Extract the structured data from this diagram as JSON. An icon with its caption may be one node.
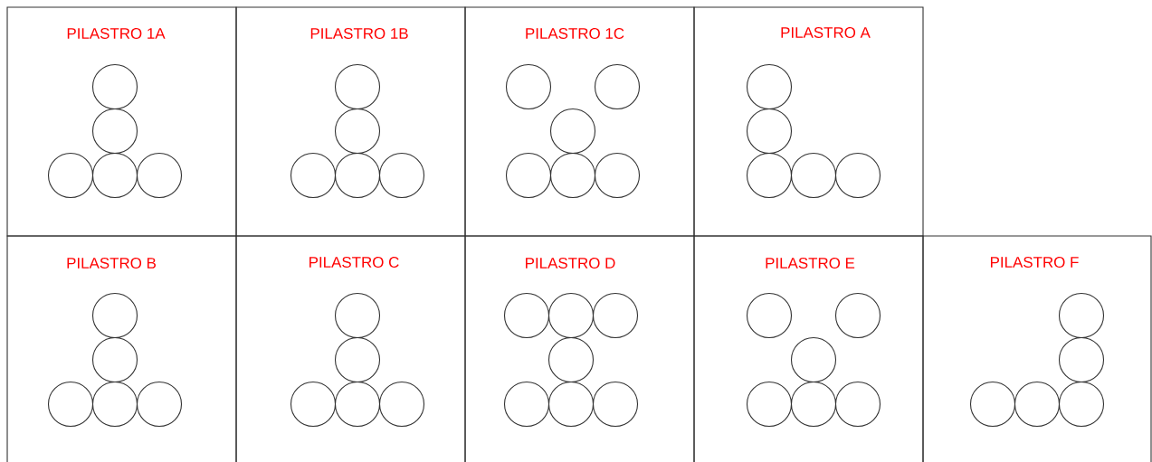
{
  "diagram": {
    "nodes": [
      {
        "text": [
          "PILASTRO 1A"
        ]
      },
      {
        "text": [
          "PILASTRO 1B"
        ]
      },
      {
        "text": [
          "PILASTRO 1C"
        ]
      },
      {
        "text": [
          "PILASTRO A"
        ]
      },
      {
        "text": [
          "PILASTRO B"
        ]
      },
      {
        "text": [
          "PILASTRO C"
        ]
      },
      {
        "text": [
          "PILASTRO D"
        ]
      },
      {
        "text": [
          "PILASTRO E"
        ]
      },
      {
        "text": [
          "PILASTRO F"
        ]
      }
    ]
  }
}
